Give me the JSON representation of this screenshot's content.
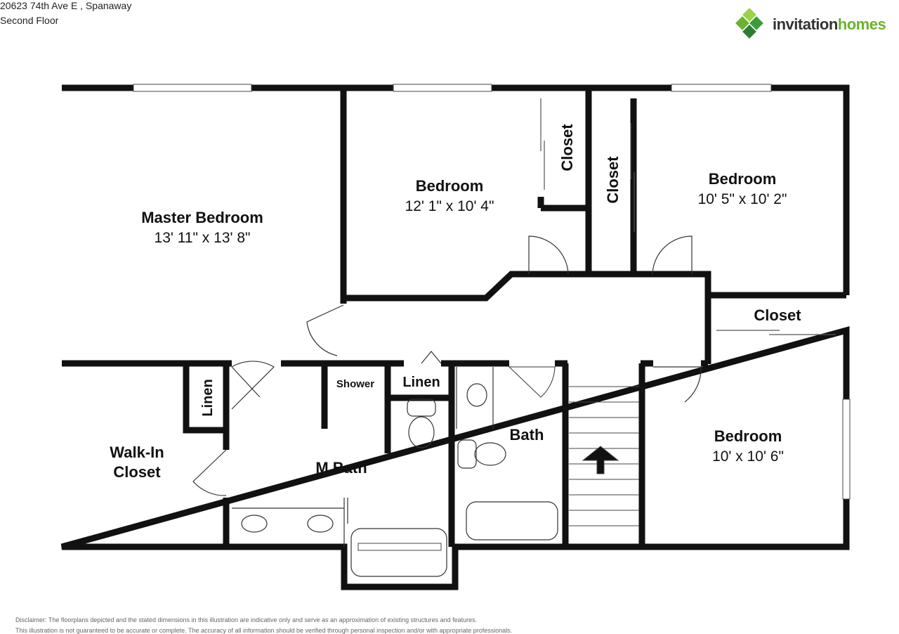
{
  "header": {
    "address": "20623 74th Ave E , Spanaway",
    "floor": "Second Floor"
  },
  "logo": {
    "word_left": "invitation",
    "word_right": "homes",
    "colors": [
      "#6bb32e",
      "#3c9c3a",
      "#9cd14a",
      "#2e7d32"
    ]
  },
  "rooms": {
    "master_bedroom": {
      "name": "Master Bedroom",
      "dims": "13' 11\" x 13' 8\""
    },
    "bedroom_1": {
      "name": "Bedroom",
      "dims": "12' 1\" x 10' 4\""
    },
    "bedroom_2": {
      "name": "Bedroom",
      "dims": "10' 5\" x 10' 2\""
    },
    "bedroom_3": {
      "name": "Bedroom",
      "dims": "10' x 10' 6\""
    },
    "closet_1": "Closet",
    "closet_2": "Closet",
    "closet_3": "Closet",
    "walk_in_line1": "Walk-In",
    "walk_in_line2": "Closet",
    "linen_1": "Linen",
    "linen_2": "Linen",
    "shower": "Shower",
    "m_bath": "M.Bath",
    "bath": "Bath"
  },
  "disclaimer": {
    "line1": "Disclaimer: The floorplans depicted and the stated dimensions in this illustration are indicative only and serve as an approximation of existing structures and features.",
    "line2": "This illustration is not guaranteed to be accurate or complete. The accuracy of all information should be verified through personal inspection and/or with appropriate professionals."
  }
}
